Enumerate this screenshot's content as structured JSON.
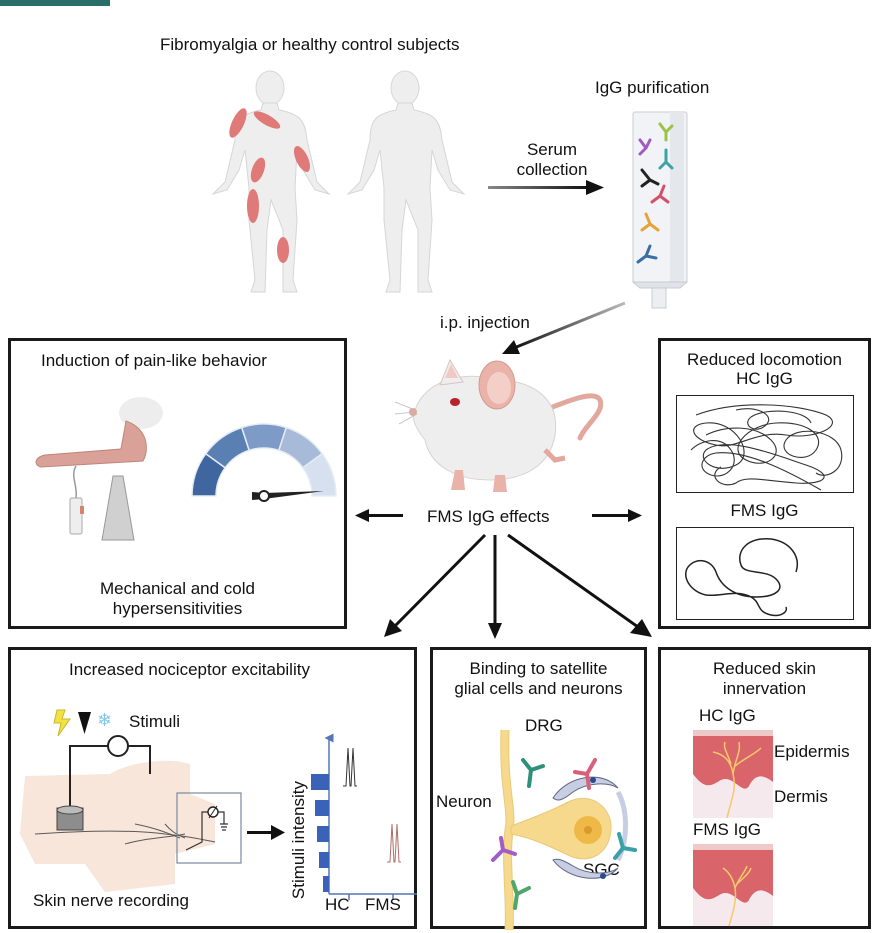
{
  "figure": {
    "header_fragment": "..."
  },
  "top": {
    "subjects_label": "Fibromyalgia or healthy control subjects",
    "serum_label_line1": "Serum",
    "serum_label_line2": "collection",
    "igg_label": "IgG purification",
    "injection_label": "i.p. injection",
    "effects_label": "FMS IgG effects"
  },
  "panels": {
    "pain": {
      "title": "Induction of pain-like behavior",
      "caption_line1": "Mechanical and cold",
      "caption_line2": "hypersensitivities"
    },
    "locomotion": {
      "title": "Reduced locomotion",
      "hc_label": "HC IgG",
      "fms_label": "FMS IgG"
    },
    "nociceptor": {
      "title": "Increased nociceptor excitability",
      "stimuli_label": "Stimuli",
      "recording_label": "Skin nerve recording",
      "axis_label": "Stimuli intensity",
      "x_ticks": [
        "HC",
        "FMS"
      ]
    },
    "binding": {
      "title_line1": "Binding to satellite",
      "title_line2": "glial cells and neurons",
      "drg_label": "DRG",
      "neuron_label": "Neuron",
      "sgc_label": "SGC"
    },
    "skin": {
      "title_line1": "Reduced skin",
      "title_line2": "innervation",
      "hc_label": "HC IgG",
      "fms_label": "FMS IgG",
      "epidermis_label": "Epidermis",
      "dermis_label": "Dermis"
    }
  },
  "colors": {
    "pain_area": "#e07a78",
    "body": "#eeeeee",
    "gauge": [
      "#3f669e",
      "#5a7fb3",
      "#7d9bc6",
      "#a7bbd9",
      "#d7e0ee"
    ],
    "bar_blue": "#3a62b8",
    "epidermis": "#d9646a",
    "dermis": "#f6e9ee",
    "nerve": "#f3c96b",
    "neuron": "#f6d98c",
    "sgc": "#c7cde3"
  }
}
